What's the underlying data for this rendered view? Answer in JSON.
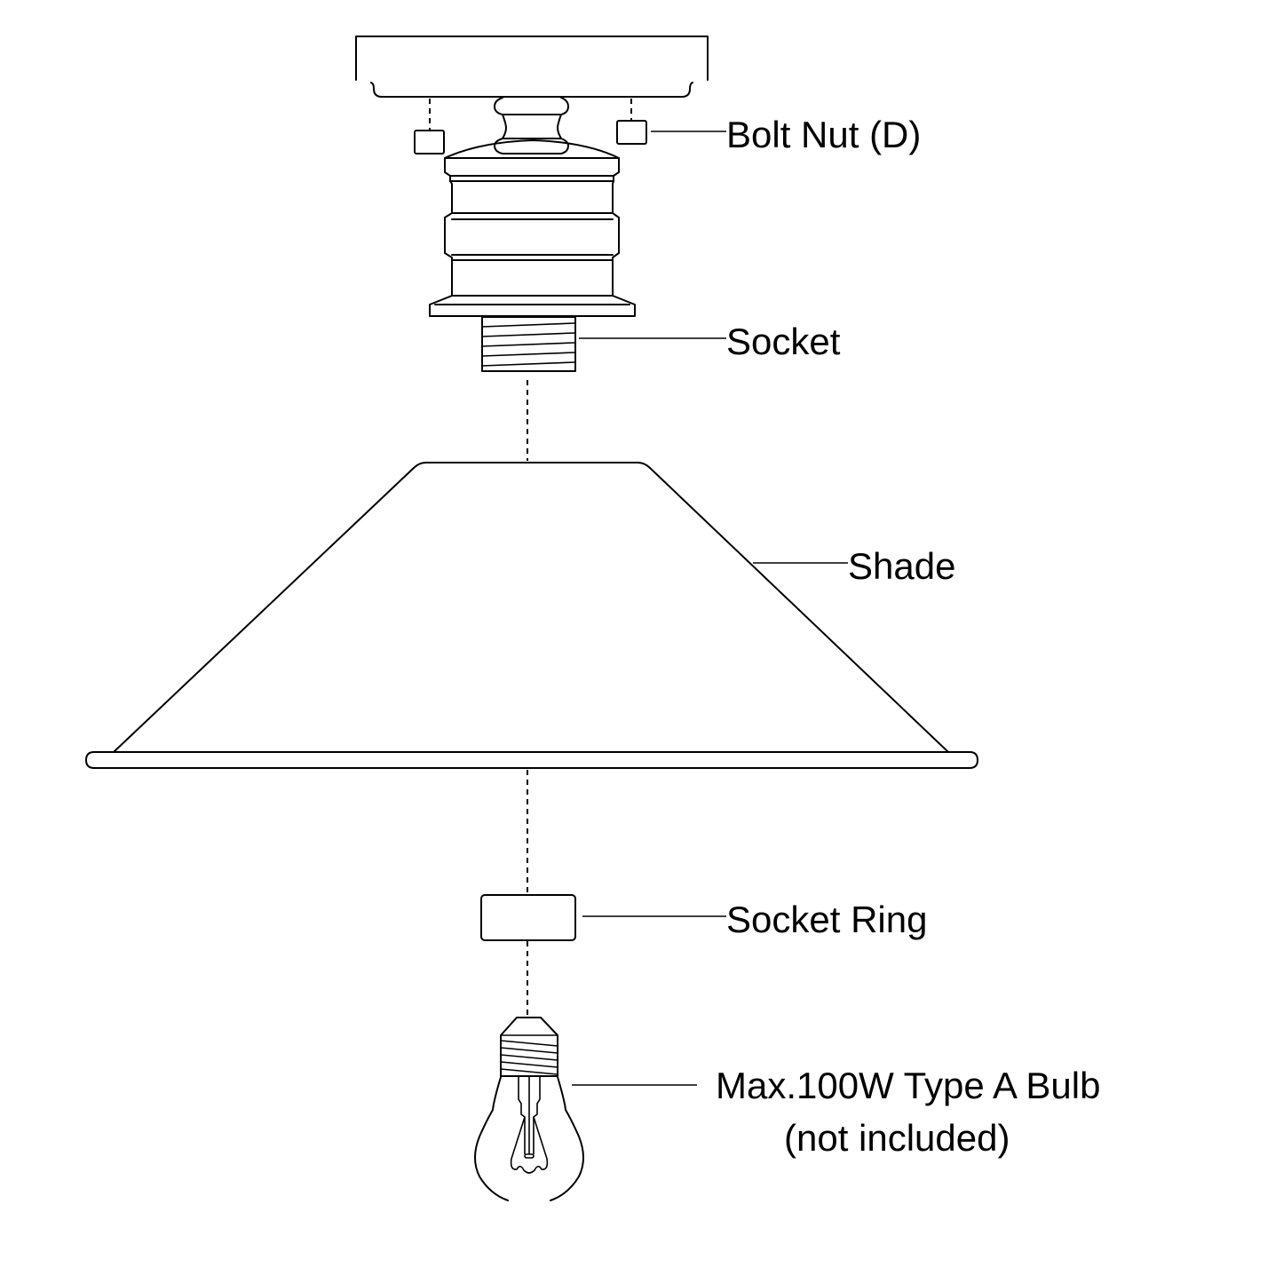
{
  "diagram": {
    "title": "Ceiling Light Fixture Exploded Assembly",
    "line_color": "#000000",
    "background": "#ffffff",
    "parts": [
      {
        "id": "canopy",
        "label": ""
      },
      {
        "id": "bolt-nut",
        "label": "Bolt Nut (D)"
      },
      {
        "id": "socket",
        "label": "Socket"
      },
      {
        "id": "shade",
        "label": "Shade"
      },
      {
        "id": "socket-ring",
        "label": "Socket Ring"
      },
      {
        "id": "bulb",
        "label": "Max.100W Type A Bulb",
        "sublabel": "(not included)"
      }
    ]
  },
  "labels": {
    "bolt_nut": "Bolt Nut (D)",
    "socket": "Socket",
    "shade": "Shade",
    "socket_ring": "Socket Ring",
    "bulb_line1": "Max.100W Type A Bulb",
    "bulb_line2": "(not included)"
  }
}
